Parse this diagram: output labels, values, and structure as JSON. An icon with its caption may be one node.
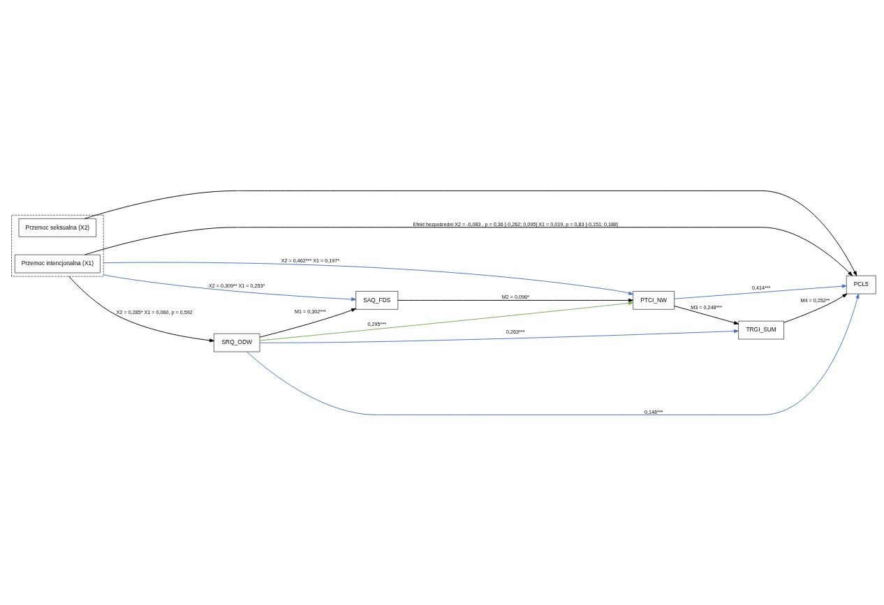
{
  "diagram": {
    "nodes": [
      {
        "text": [],
        "shape": "box"
      },
      {
        "text": [
          "Przemoc intencjonalna (X1)"
        ],
        "in": 0
      },
      {
        "text": [
          "Przemoc seksualna (X2)"
        ],
        "in": 0
      },
      {
        "text": [
          "SAQ_FDS"
        ]
      },
      {
        "text": [
          "PTCI_NW"
        ]
      },
      {
        "text": [
          "SRQ_ODW"
        ]
      },
      {
        "text": [
          "TRGI_SUM"
        ]
      },
      {
        "text": [
          "PCL5"
        ]
      }
    ],
    "edges": [
      {
        "from": 5,
        "to": 3,
        "arrow": "to",
        "label": "M1 = 0,302***"
      },
      {
        "from": 3,
        "to": 4,
        "arrow": "to",
        "label": "M2 = 0,096*"
      },
      {
        "from": 4,
        "to": 6,
        "arrow": "to",
        "label": "M3 = 0,248***"
      },
      {
        "from": 6,
        "to": 7,
        "arrow": "to",
        "label": "M4 = 0,252**"
      },
      {
        "from": 0,
        "to": 5,
        "arrow": "to",
        "label": "X2 = 0,285* X1 = 0,060, p = 0,592"
      },
      {
        "from": 0,
        "to": 3,
        "arrow": "to",
        "label": "X2 = 0,309** X1 = 0,253*",
        "color": "#4472c4"
      },
      {
        "from": 0,
        "to": 4,
        "arrow": "to",
        "label": "X2 = 0,462*** X1 = 0,197*",
        "color": "#4472c4"
      },
      {
        "from": 5,
        "to": 4,
        "arrow": "to",
        "label": "0,295***",
        "color": "#70ad47"
      },
      {
        "from": 5,
        "to": 6,
        "arrow": "to",
        "label": "0,263***",
        "color": "#4472c4"
      },
      {
        "from": 5,
        "to": 7,
        "arrow": "to",
        "label": "0,148***",
        "color": "#4472c4"
      },
      {
        "from": 4,
        "to": 7,
        "arrow": "to",
        "label": "0,414***",
        "color": "#4472c4"
      },
      {
        "from": 1,
        "to": 7,
        "arrow": "to",
        "label": "Efekt bezpośredni X2 = -0,083 , p = 0,36 [-0,262; 0,095] X1 = 0,019, p = 0,83 [-0,151; 0,188]"
      },
      {
        "from": 2,
        "to": 7,
        "arrow": "to"
      }
    ]
  }
}
